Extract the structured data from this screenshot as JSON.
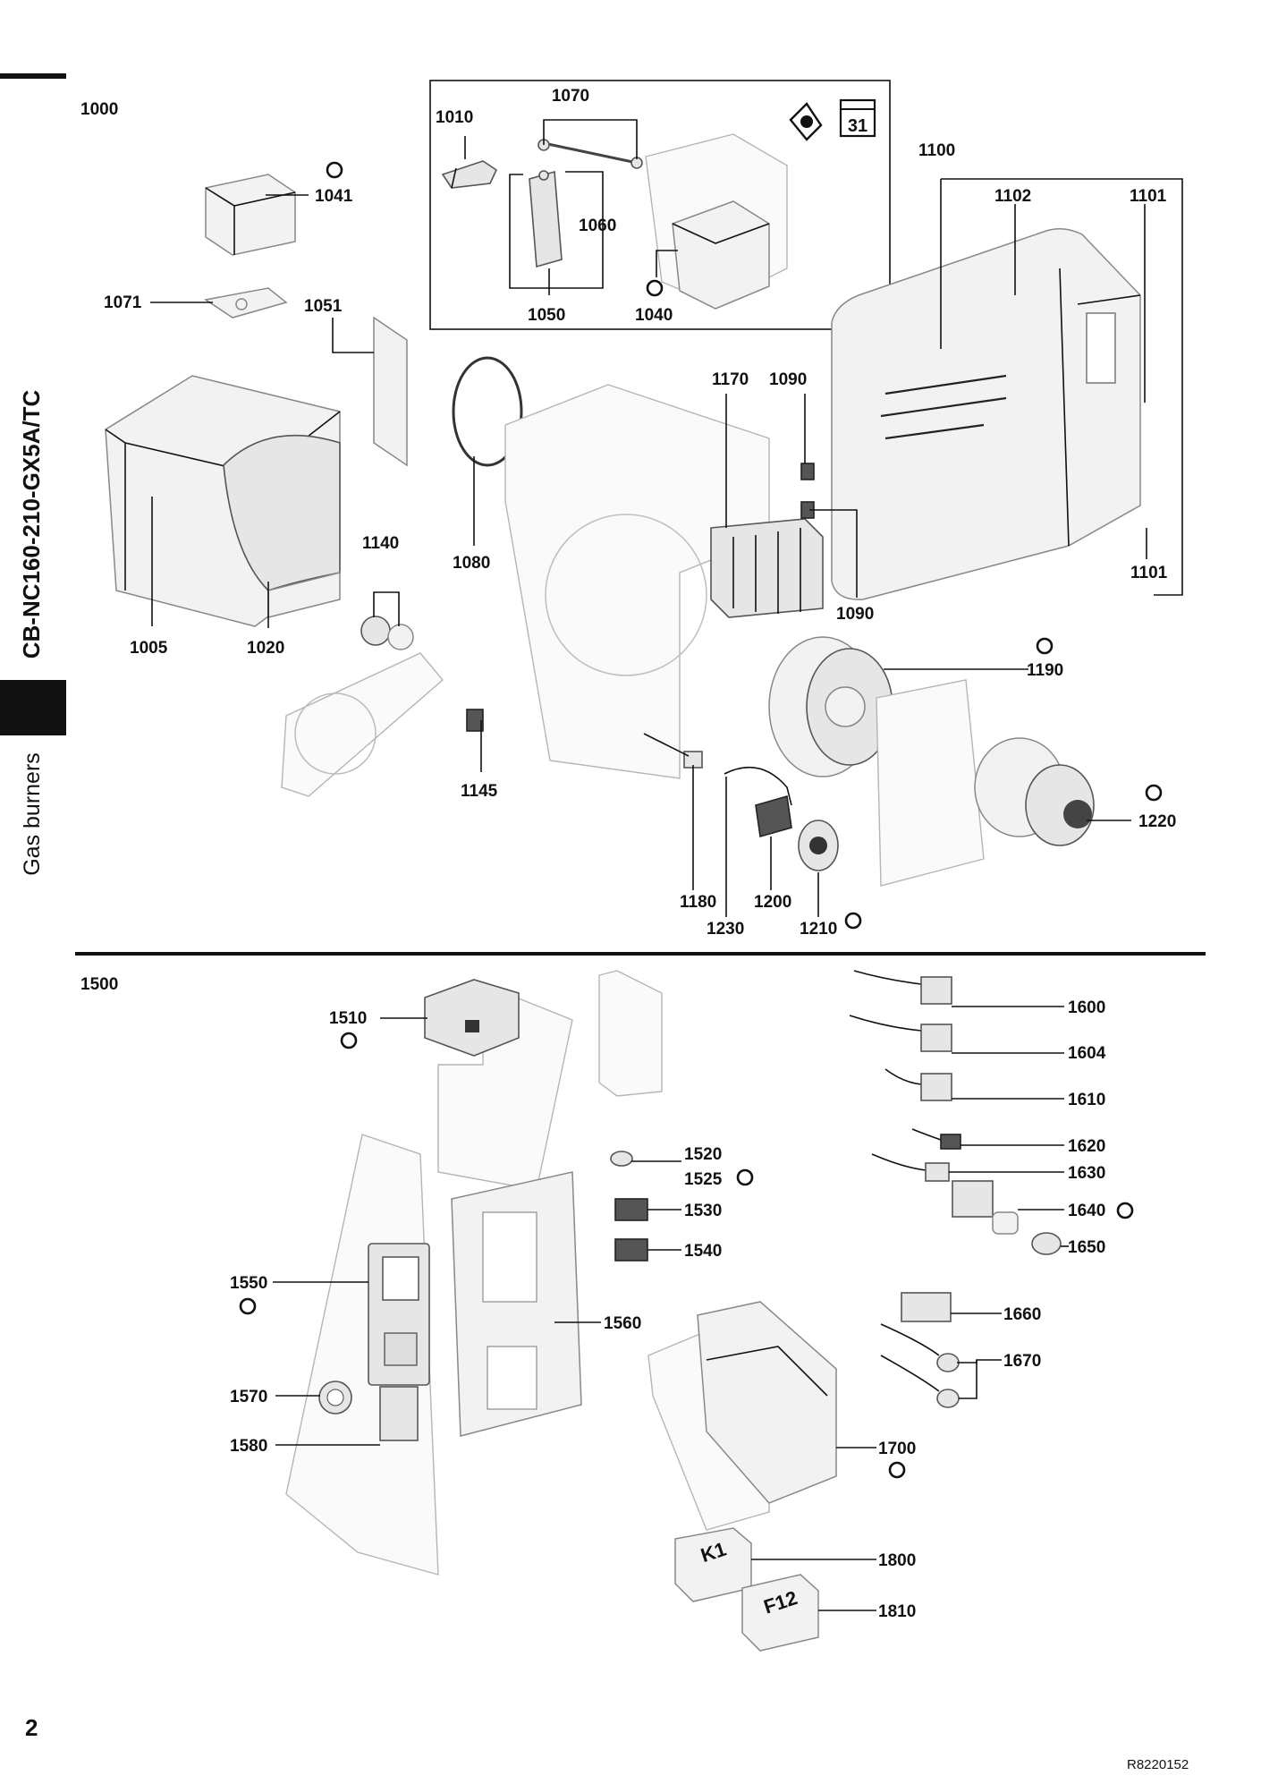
{
  "sidebar": {
    "model": "CB-NC160-210-GX5A/TC",
    "section": "Gas burners"
  },
  "page": {
    "number": "2",
    "reference": "R8220152"
  },
  "group_top": {
    "title": "1000",
    "part_numbers": [
      "1005",
      "1010",
      "1020",
      "1040",
      "1041",
      "1050",
      "1051",
      "1060",
      "1070",
      "1071",
      "1080",
      "1090",
      "1090",
      "1100",
      "1101",
      "1101",
      "1102",
      "1140",
      "1145",
      "1170",
      "1180",
      "1190",
      "1200",
      "1210",
      "1220",
      "1230"
    ],
    "inset_badge": "31"
  },
  "group_bottom": {
    "title": "1500",
    "part_numbers": [
      "1510",
      "1520",
      "1525",
      "1530",
      "1540",
      "1550",
      "1560",
      "1570",
      "1580",
      "1600",
      "1604",
      "1610",
      "1620",
      "1630",
      "1640",
      "1650",
      "1660",
      "1670",
      "1700",
      "1800",
      "1810"
    ],
    "module_labels": [
      "K1",
      "F12"
    ]
  }
}
